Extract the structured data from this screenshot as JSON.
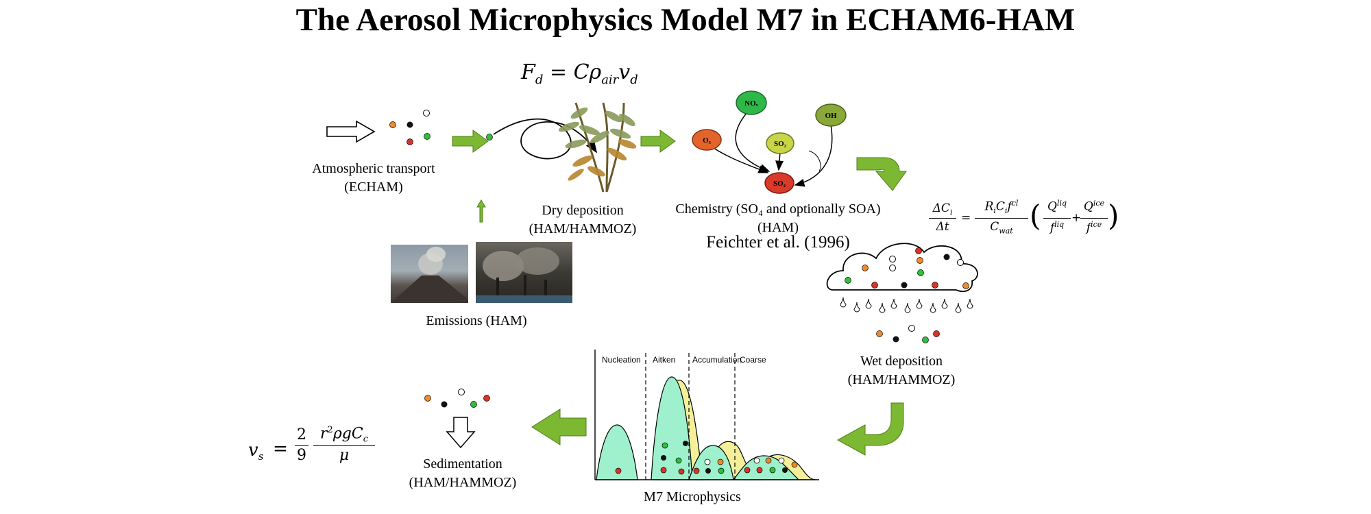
{
  "title": "The Aerosol Microphysics Model M7 in ECHAM6-HAM",
  "colors": {
    "green_arrow": "#7cb832",
    "dot_orange": "#f08a2b",
    "dot_red": "#d9342a",
    "dot_green": "#30c03c",
    "dot_black": "#111111",
    "mode_cyan": "#9ff0cc",
    "mode_yellow": "#f4f09a",
    "sky_photo": "#7e8c96",
    "smoke_photo": "#3b3a34"
  },
  "processes": {
    "transport": {
      "line1": "Atmospheric transport",
      "line2": "(ECHAM)"
    },
    "dry_deposition": {
      "line1": "Dry deposition",
      "line2": "(HAM/HAMMOZ)",
      "equation": "F_d = C ρ_air v_d"
    },
    "chemistry": {
      "line1": "Chemistry (SO₄ and optionally SOA)",
      "line2": "(HAM)",
      "citation": "Feichter et al. (1996)"
    },
    "emissions": {
      "line1": "Emissions (HAM)"
    },
    "wet_deposition": {
      "line1": "Wet deposition",
      "line2": "(HAM/HAMMOZ)",
      "equation": "ΔC_i/Δt = R_i C_i f^cl / C_wat (Q^liq/f^liq + Q^ice/f^ice)"
    },
    "microphysics": {
      "line1": "M7 Microphysics"
    },
    "sedimentation": {
      "line1": "Sedimentation",
      "line2": "(HAM/HAMMOZ)",
      "equation": "v_s = 2/9 · r²ρgC_c / μ"
    }
  },
  "molecules": [
    "NOₓ",
    "OH",
    "O₃",
    "SO₂",
    "SO₄"
  ],
  "modes": [
    "Nucleation",
    "Aitken",
    "Accumulation",
    "Coarse"
  ]
}
